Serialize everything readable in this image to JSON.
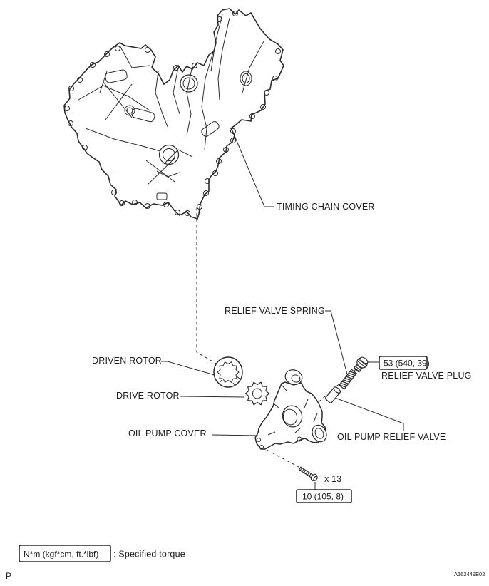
{
  "diagram": {
    "parts": {
      "timing_chain_cover": "TIMING CHAIN COVER",
      "relief_valve_spring": "RELIEF VALVE SPRING",
      "relief_valve_plug": "RELIEF VALVE PLUG",
      "driven_rotor": "DRIVEN ROTOR",
      "drive_rotor": "DRIVE ROTOR",
      "oil_pump_cover": "OIL PUMP COVER",
      "oil_pump_relief_valve": "OIL PUMP RELIEF VALVE"
    },
    "callouts": {
      "plug_torque": "53 (540, 39)",
      "bolt_torque": "10 (105, 8)",
      "bolt_count": "x 13"
    }
  },
  "legend": {
    "unit_box": "N*m (kgf*cm, ft.*lbf)",
    "note": ": Specified torque"
  },
  "footer": {
    "page_marker": "P",
    "figure_code": "A162449E02"
  },
  "colors": {
    "ink": "#2b2b2b",
    "background": "#ffffff"
  }
}
